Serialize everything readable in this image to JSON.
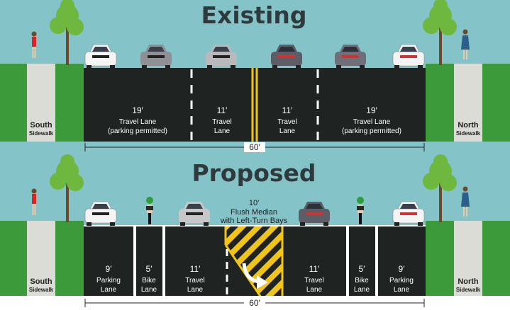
{
  "existing": {
    "title": "Existing",
    "south": {
      "name": "South",
      "sub": "Sidewalk"
    },
    "north": {
      "name": "North",
      "sub": "Sidewalk"
    },
    "lanes": [
      {
        "width": "19′",
        "l1": "Travel Lane",
        "l2": "(parking permitted)"
      },
      {
        "width": "11′",
        "l1": "Travel",
        "l2": "Lane"
      },
      {
        "width": "11′",
        "l1": "Travel",
        "l2": "Lane"
      },
      {
        "width": "19′",
        "l1": "Travel Lane",
        "l2": "(parking permitted)"
      }
    ],
    "total": "60′"
  },
  "proposed": {
    "title": "Proposed",
    "south": {
      "name": "South",
      "sub": "Sidewalk"
    },
    "north": {
      "name": "North",
      "sub": "Sidewalk"
    },
    "median": {
      "width": "10′",
      "l1": "Flush Median",
      "l2": "with Left-Turn Bays"
    },
    "lanes": [
      {
        "width": "9′",
        "l1": "Parking",
        "l2": "Lane"
      },
      {
        "width": "5′",
        "l1": "Bike",
        "l2": "Lane"
      },
      {
        "width": "11′",
        "l1": "Travel",
        "l2": "Lane"
      },
      {
        "width": "11′",
        "l1": "Travel",
        "l2": "Lane"
      },
      {
        "width": "5′",
        "l1": "Bike",
        "l2": "Lane"
      },
      {
        "width": "9′",
        "l1": "Parking",
        "l2": "Lane"
      }
    ],
    "total": "60′"
  },
  "colors": {
    "sky": "#84c3c8",
    "grass": "#3d9a3a",
    "sidewalk": "#dcdcd6",
    "road": "#1f2321",
    "yellow": "#f0c419",
    "car_white": "#f4f4f4",
    "car_gray": "#8e9094",
    "car_dark": "#5c5d66",
    "tree": "#6fb83f",
    "trunk": "#6b4a2b",
    "cyclist": "#2e9e3a"
  }
}
